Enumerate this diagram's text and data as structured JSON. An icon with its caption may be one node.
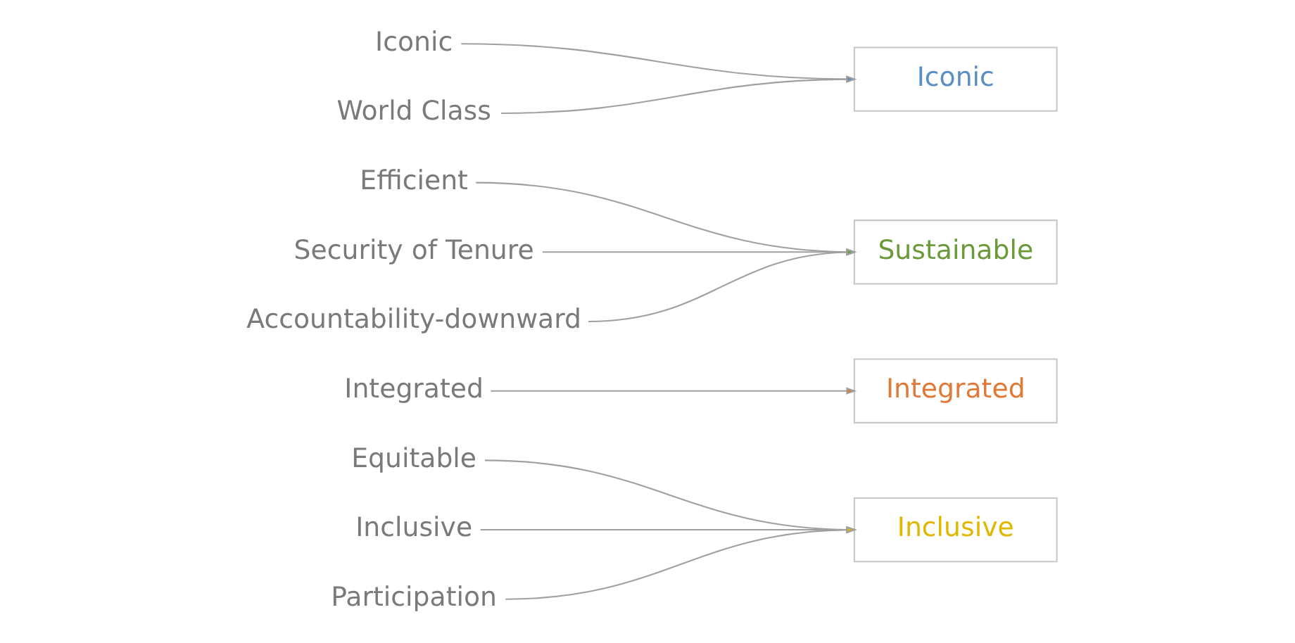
{
  "diagram": {
    "nodes": [
      {
        "text": [
          "Equitable"
        ]
      },
      {
        "text": [
          "Integrated"
        ]
      },
      {
        "text": [
          "Efficient"
        ]
      },
      {
        "text": [
          "Iconic"
        ]
      },
      {
        "text": [
          "World Class"
        ]
      },
      {
        "text": [
          "Inclusive"
        ]
      },
      {
        "text": [
          "Participation"
        ]
      },
      {
        "text": [
          "Security of Tenure"
        ]
      },
      {
        "text": [
          "Accountability-downward"
        ]
      },
      {
        "text": [
          "Sustainable"
        ]
      },
      {
        "text": [
          "Integrated"
        ]
      },
      {
        "text": [
          "Iconic"
        ]
      },
      {
        "text": [
          "Inclusive"
        ]
      }
    ],
    "edges": [
      {
        "from": 0,
        "to": 12,
        "arrow": "to"
      },
      {
        "from": 1,
        "to": 10,
        "arrow": "to"
      },
      {
        "from": 2,
        "to": 9,
        "arrow": "to"
      },
      {
        "from": 3,
        "to": 11,
        "arrow": "to"
      },
      {
        "from": 4,
        "to": 11,
        "arrow": "to"
      },
      {
        "from": 5,
        "to": 12,
        "arrow": "to"
      },
      {
        "from": 6,
        "to": 12,
        "arrow": "to"
      },
      {
        "from": 7,
        "to": 9,
        "arrow": "to"
      },
      {
        "from": 8,
        "to": 9,
        "arrow": "to"
      }
    ]
  }
}
